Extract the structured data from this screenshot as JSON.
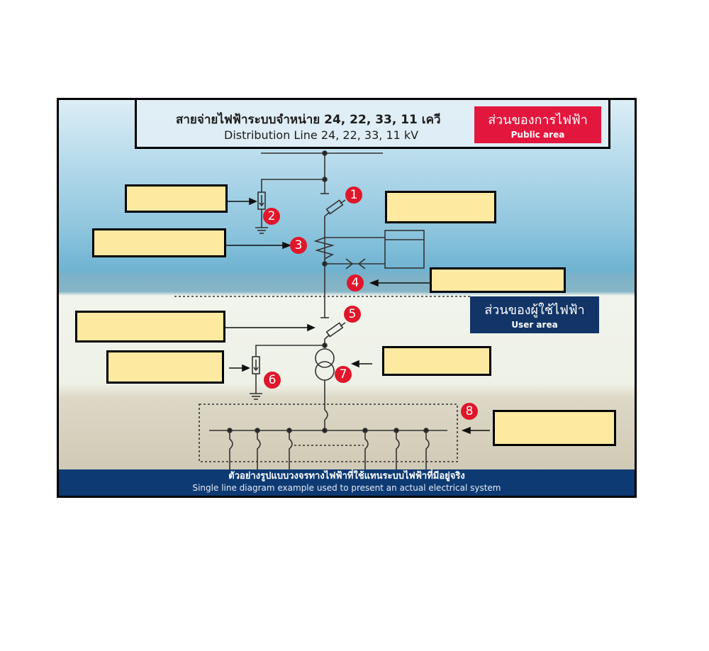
{
  "header": {
    "title_th": "สายจ่ายไฟฟ้าระบบจำหน่าย 24, 22, 33, 11 เควี",
    "title_en": "Distribution Line 24, 22, 33, 11 kV"
  },
  "public_area": {
    "th": "ส่วนของการไฟฟ้า",
    "en": "Public area",
    "color": "#e3173e"
  },
  "user_area": {
    "th": "ส่วนของผู้ใช้ไฟฟ้า",
    "en": "User area",
    "color": "#123467"
  },
  "markers": [
    "1",
    "2",
    "3",
    "4",
    "5",
    "6",
    "7",
    "8"
  ],
  "footer": {
    "th": "ตัวอย่างรูปแบบวงจรทางไฟฟ้าที่ใช้แทนระบบไฟฟ้าที่มีอยู่จริง",
    "en": "Single line diagram example used to present an actual electrical system"
  },
  "answer_box_color": "#fde9a0"
}
